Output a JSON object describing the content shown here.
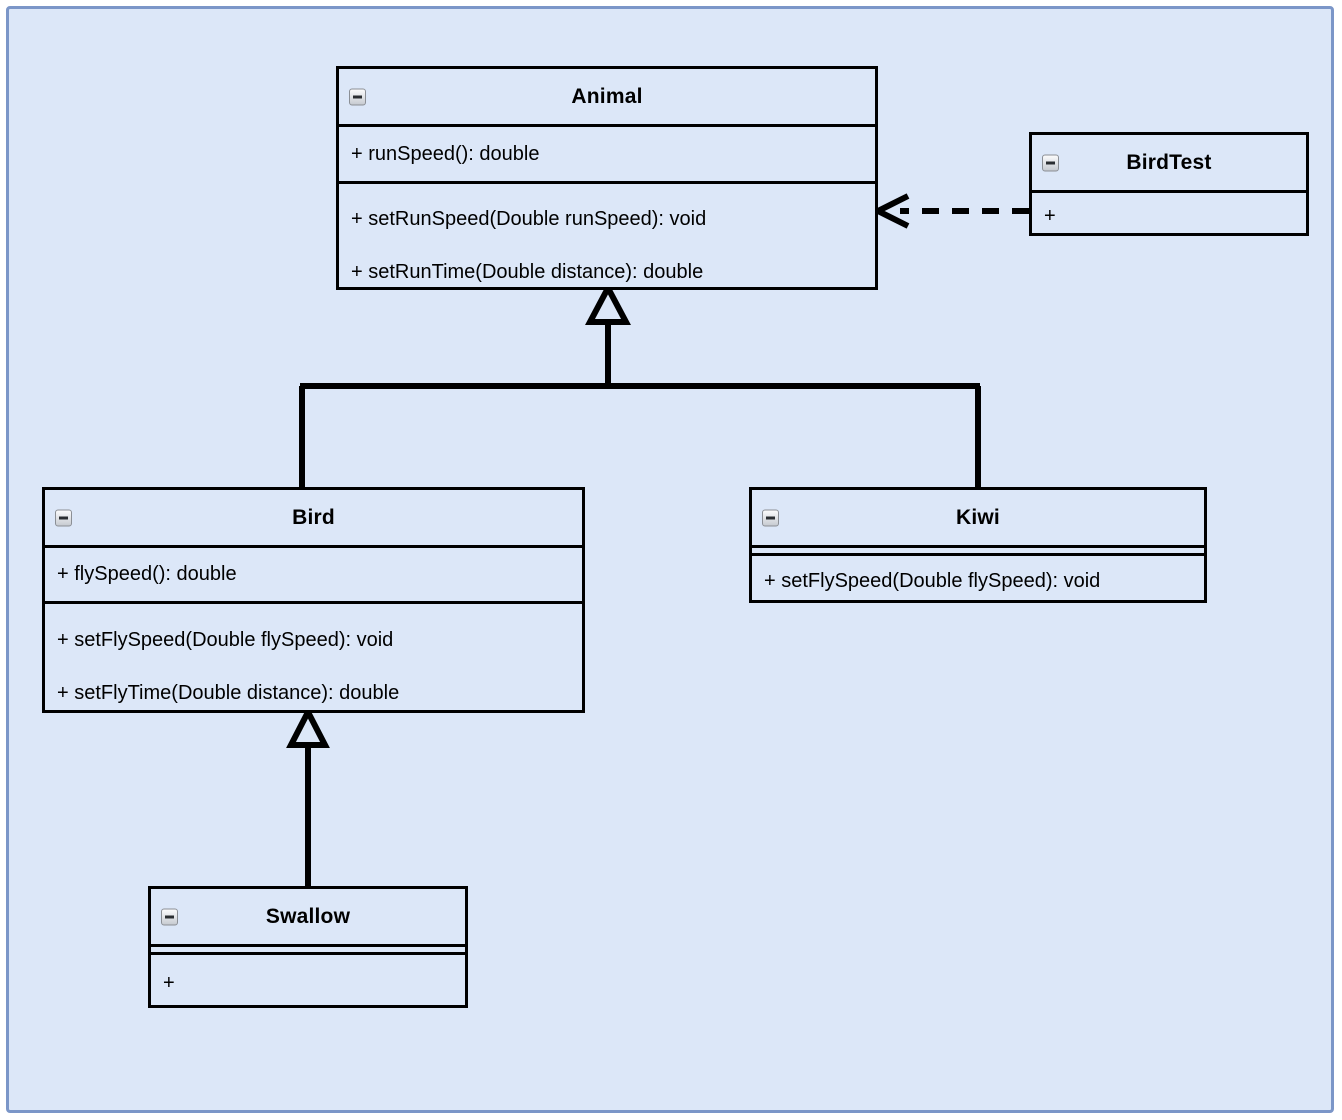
{
  "diagram": {
    "type": "uml-class-diagram",
    "canvas_color": "#dce7f8",
    "canvas_border_color": "#7b96c8",
    "line_color": "#000000",
    "classes": [
      {
        "id": "animal",
        "name": "Animal",
        "collapse_icon": "collapse-minus-icon",
        "attributes": [
          "+ runSpeed(): double"
        ],
        "methods": [
          "+ setRunSpeed(Double runSpeed): void",
          "+ setRunTime(Double distance): double"
        ]
      },
      {
        "id": "birdtest",
        "name": "BirdTest",
        "collapse_icon": "collapse-minus-icon",
        "attributes": [],
        "methods": [
          "+"
        ]
      },
      {
        "id": "bird",
        "name": "Bird",
        "collapse_icon": "collapse-minus-icon",
        "attributes": [
          "+ flySpeed(): double"
        ],
        "methods": [
          "+ setFlySpeed(Double flySpeed): void",
          "+ setFlyTime(Double distance): double"
        ]
      },
      {
        "id": "kiwi",
        "name": "Kiwi",
        "collapse_icon": "collapse-minus-icon",
        "attributes": [],
        "methods": [
          "+ setFlySpeed(Double flySpeed): void"
        ]
      },
      {
        "id": "swallow",
        "name": "Swallow",
        "collapse_icon": "collapse-minus-icon",
        "attributes": [],
        "methods": [
          "+"
        ]
      }
    ],
    "relationships": [
      {
        "id": "bird-extends-animal",
        "type": "generalization",
        "from": "Bird",
        "to": "Animal",
        "style": "solid",
        "arrowhead": "hollow-triangle"
      },
      {
        "id": "kiwi-extends-animal",
        "type": "generalization",
        "from": "Kiwi",
        "to": "Animal",
        "style": "solid",
        "arrowhead": "hollow-triangle"
      },
      {
        "id": "swallow-extends-bird",
        "type": "generalization",
        "from": "Swallow",
        "to": "Bird",
        "style": "solid",
        "arrowhead": "hollow-triangle"
      },
      {
        "id": "birdtest-depends-animal",
        "type": "dependency",
        "from": "BirdTest",
        "to": "Animal",
        "style": "dashed",
        "arrowhead": "open-v"
      }
    ]
  }
}
